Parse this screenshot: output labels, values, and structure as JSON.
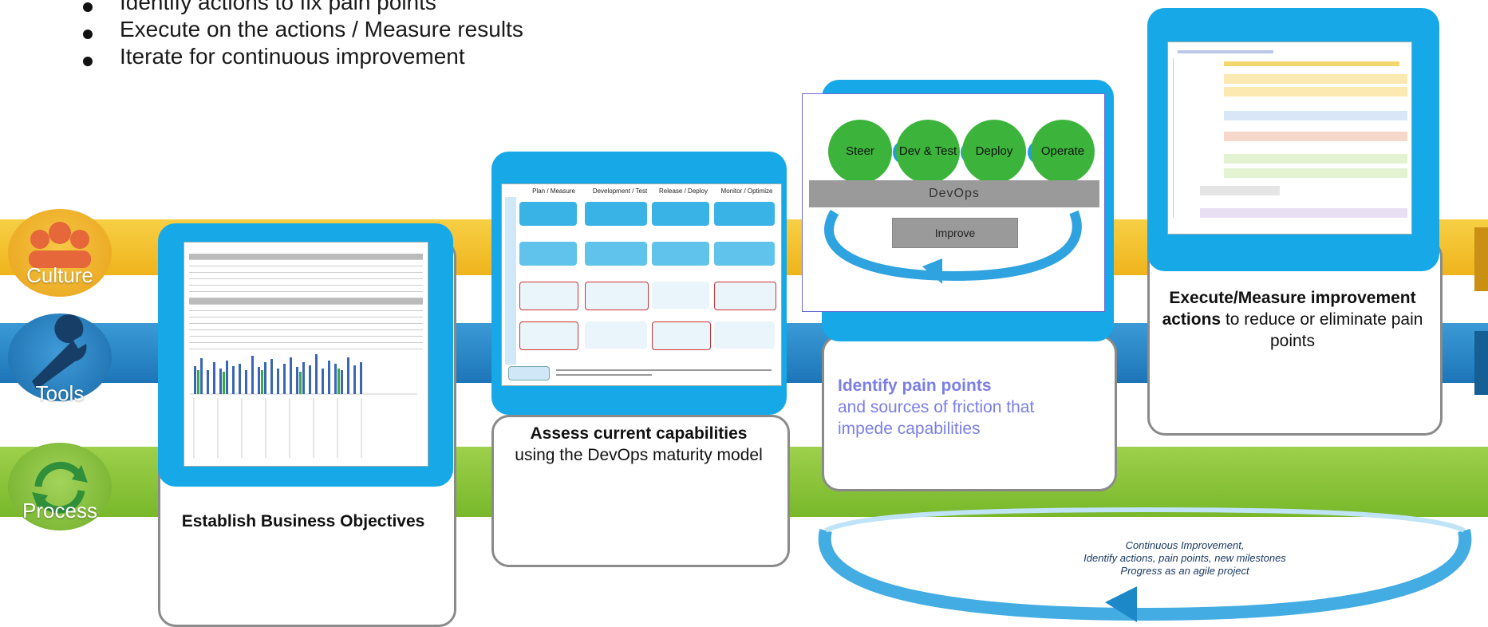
{
  "bullets": [
    "Identify actions to fix pain points",
    "Execute on the actions / Measure results",
    "Iterate for continuous improvement"
  ],
  "lanes": {
    "culture": "Culture",
    "tools": "Tools",
    "process": "Process"
  },
  "colors": {
    "culture": "#f2bd2a",
    "tools": "#2a88c8",
    "process": "#8cc63f",
    "frame": "#17a8e8",
    "pain_text": "#7b7fe6"
  },
  "cards": {
    "establish": {
      "bold": "Establish Business Objectives"
    },
    "assess": {
      "bold": "Assess current capabilities",
      "rest": "using the DevOps maturity model"
    },
    "identify": {
      "bold": "Identify pain points",
      "rest": "and sources of friction that impede capabilities"
    },
    "execute": {
      "bold": "Execute/Measure improvement actions",
      "rest": "to reduce or eliminate pain points"
    }
  },
  "maturity": {
    "columns": [
      "Plan / Measure",
      "Development / Test",
      "Release / Deploy",
      "Monitor / Optimize"
    ]
  },
  "devops": {
    "steps": [
      "Steer",
      "Dev & Test",
      "Deploy",
      "Operate"
    ],
    "bar": "DevOps",
    "improve": "Improve"
  },
  "loop": {
    "line1": "Continuous Improvement,",
    "line2": "Identify actions, pain points, new milestones",
    "line3": "Progress as an agile project"
  }
}
